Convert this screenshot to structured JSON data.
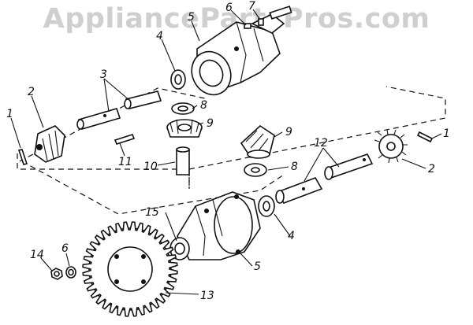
{
  "watermark": "AppliancePartsPros.com",
  "labels": {
    "p1_left": "1",
    "p1_right": "1",
    "p2_left": "2",
    "p2_right": "2",
    "p3": "3",
    "p4_top": "4",
    "p4_bottom": "4",
    "p5_top": "5",
    "p5_bottom": "5",
    "p6_top": "6",
    "p6_bottom": "6",
    "p7": "7",
    "p8_top": "8",
    "p8_bottom": "8",
    "p9_top": "9",
    "p9_bottom": "9",
    "p10": "10",
    "p11": "11",
    "p12": "12",
    "p13": "13",
    "p14": "14",
    "p15": "15"
  }
}
